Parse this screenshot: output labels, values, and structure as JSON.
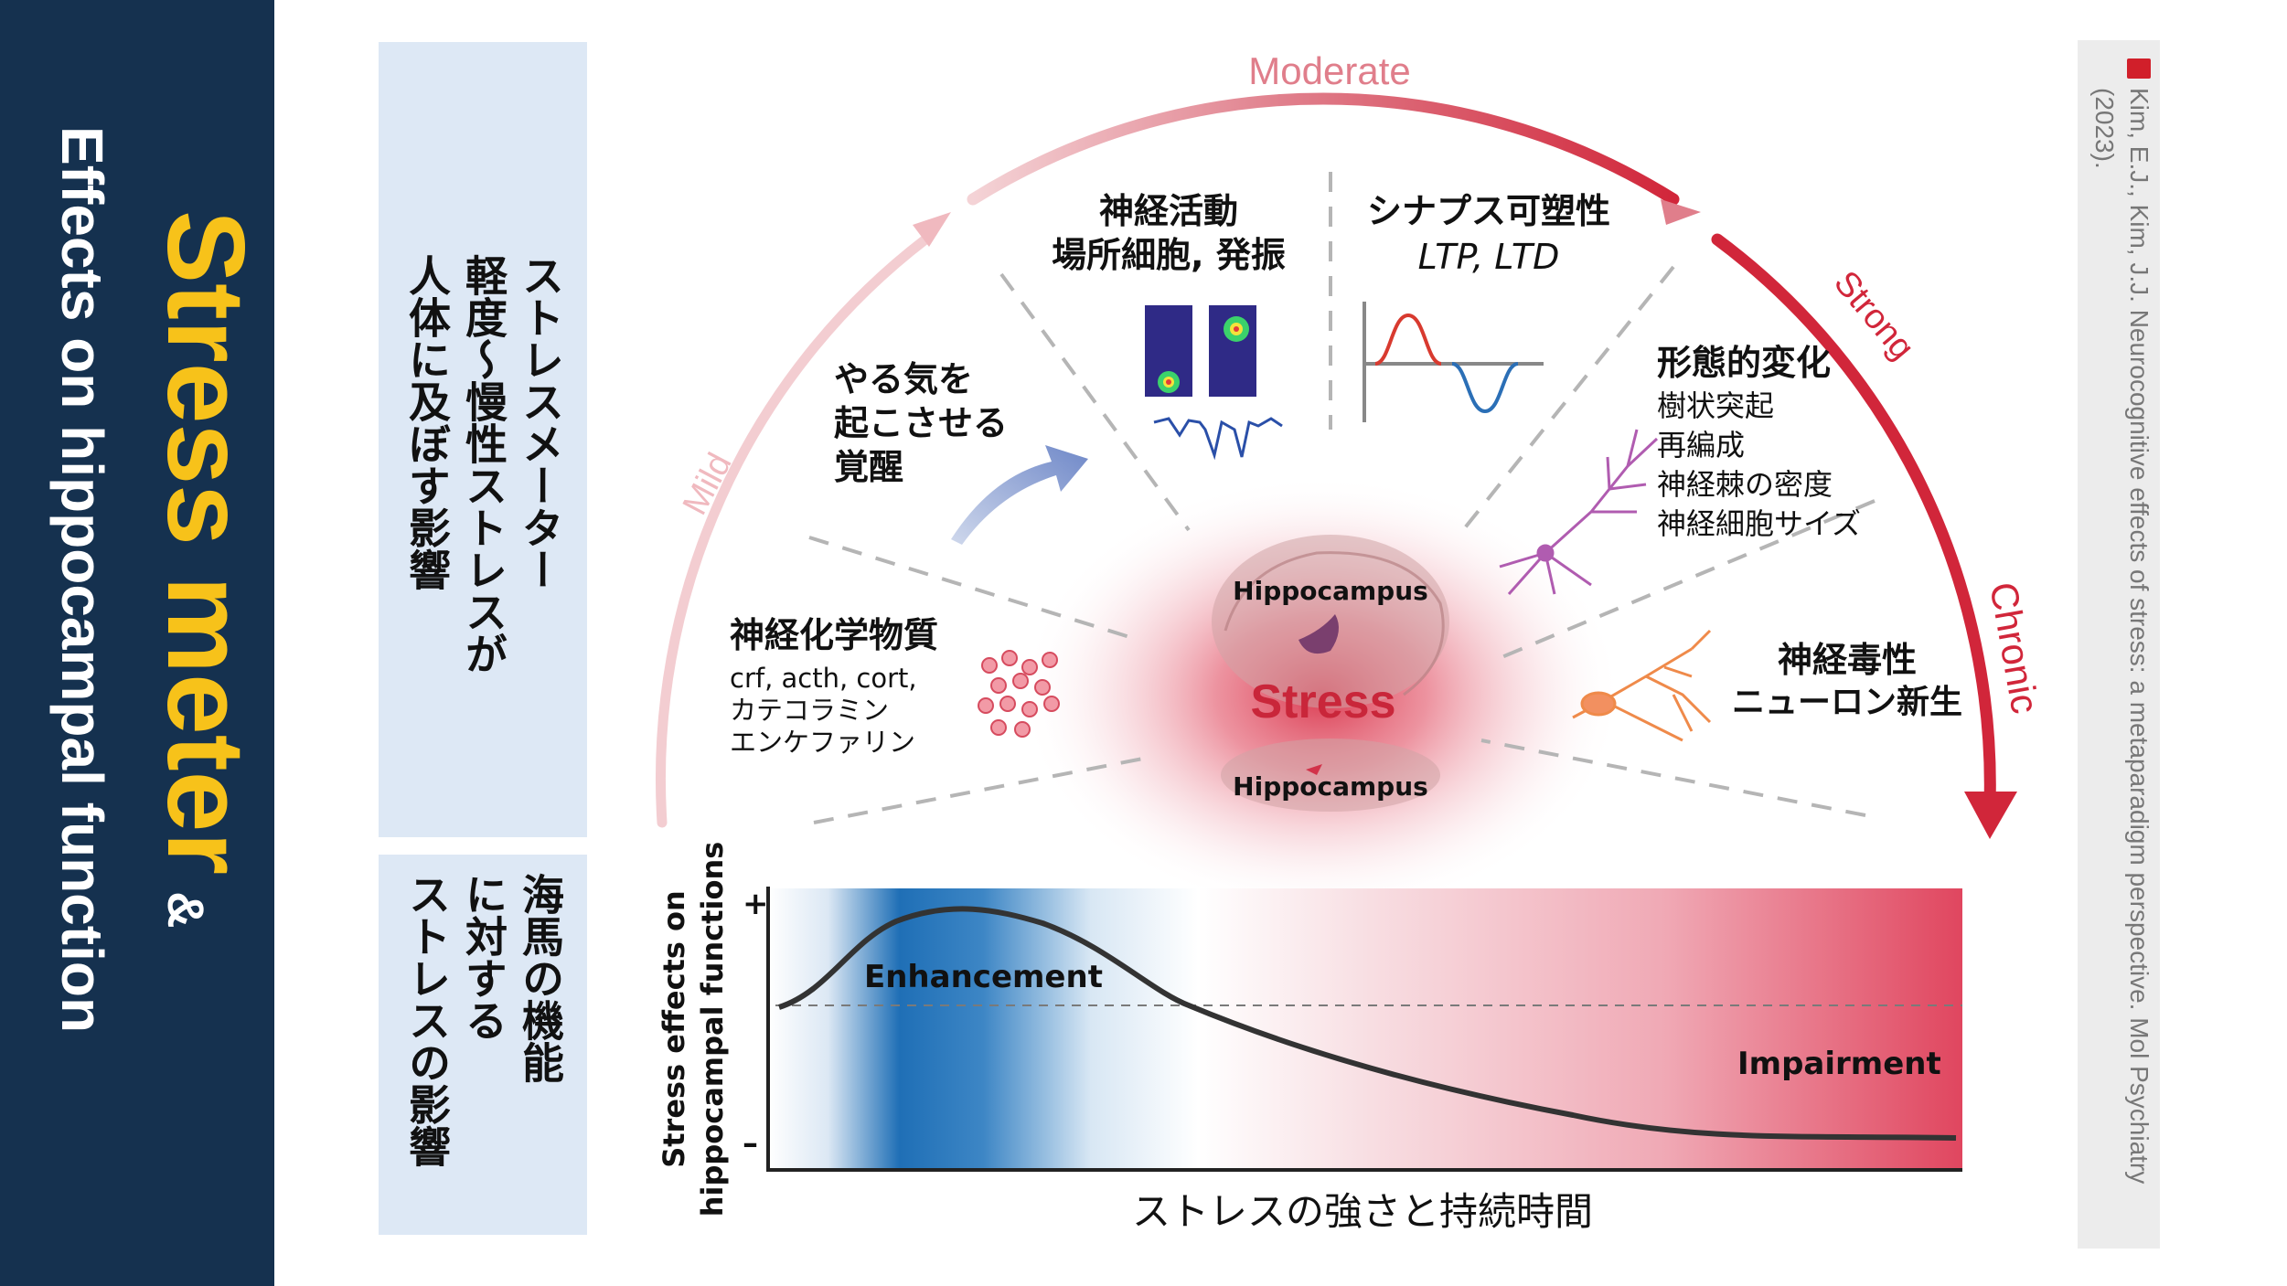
{
  "title": {
    "main": "Stress meter",
    "amp": "&",
    "sub": "Effects on hippocampal function"
  },
  "side_labels": {
    "top": [
      "ストレスメーター",
      "軽度～慢性ストレスが",
      "人体に及ぼす影響"
    ],
    "bottom": [
      "海馬の機能",
      "に対する",
      "ストレスの影響"
    ]
  },
  "arc": {
    "levels": [
      "Mild",
      "Moderate",
      "Strong",
      "Chronic"
    ]
  },
  "sectors": {
    "neurochem": {
      "title": "神経化学物質",
      "lines": [
        "crf, acth, cort,",
        "カテコラミン",
        "エンケファリン"
      ]
    },
    "arousal": {
      "lines": [
        "やる気を",
        "起こさせる",
        "覚醒"
      ]
    },
    "activity": {
      "title": "神経活動",
      "subtitle": "場所細胞, 発振"
    },
    "plasticity": {
      "title": "シナプス可塑性",
      "subtitle": "LTP, LTD"
    },
    "morphology": {
      "title": "形態的変化",
      "lines": [
        "樹状突起",
        "再編成",
        "神経棘の密度",
        "神経細胞サイズ"
      ]
    },
    "toxicity": {
      "title": "神経毒性",
      "subtitle": "ニューロン新生"
    },
    "center": {
      "stress": "Stress",
      "hippo_top": "Hippocampus",
      "hippo_bottom": "Hippocampus"
    }
  },
  "effect_plot": {
    "ylabel_line1": "Stress effects on",
    "ylabel_line2": "hippocampal functions",
    "plus": "+",
    "minus": "–",
    "xlabel": "ストレスの強さと持続時間",
    "enhancement": "Enhancement",
    "impairment": "Impairment"
  },
  "citation": {
    "text": "Kim, E.J., Kim, J.J. Neurocognitive effects of stress: a metaparadigm perspective. Mol Psychiatry (2023)."
  },
  "colors": {
    "navy": "#15314f",
    "yellow": "#f7c21a",
    "box_blue": "#dde8f5",
    "arc_light": "#f1c4c8",
    "arc_dark": "#d1263a",
    "enhance_blue": "#1f6fb6",
    "impair_red": "#e0465f"
  }
}
